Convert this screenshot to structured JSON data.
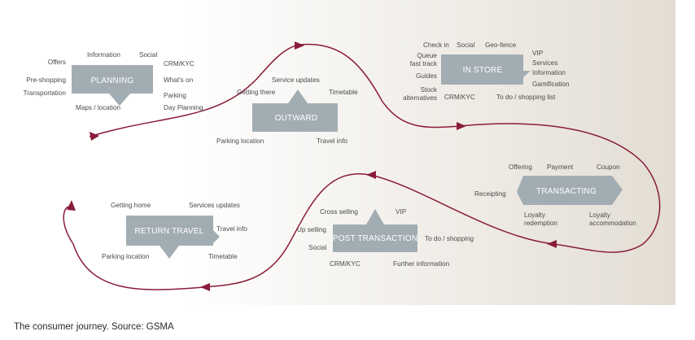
{
  "colors": {
    "box_fill": "#a2adb3",
    "path_color": "#8a1c3a",
    "label_color": "#4a4a4a",
    "background_gradient": [
      "#ffffff",
      "#e3ddd3"
    ]
  },
  "stages": {
    "planning": {
      "title": "PLANNING",
      "labels": [
        "Information",
        "Social",
        "Offers",
        "CRM/KYC",
        "Pre-shopping",
        "What's on",
        "Transportation",
        "Parking",
        "Maps / location",
        "Day Planning"
      ]
    },
    "outward": {
      "title": "OUTWARD",
      "labels": [
        "Service updates",
        "Getting there",
        "Timetable",
        "Parking location",
        "Travel info"
      ]
    },
    "in_store": {
      "title": "IN STORE",
      "labels": [
        "Check in",
        "Social",
        "Geo-fence",
        "Queue",
        "fast track",
        "VIP",
        "Services",
        "Information",
        "Guides",
        "Gamification",
        "Stock",
        "alternatives",
        "CRM/KYC",
        "To do / shopping list"
      ]
    },
    "transacting": {
      "title": "TRANSACTING",
      "labels": [
        "Offering",
        "Payment",
        "Coupon",
        "Receipting",
        "Loyalty",
        "redemption",
        "Loyalty",
        "accommodation"
      ]
    },
    "post_transaction": {
      "title": "POST TRANSACTION",
      "labels": [
        "Cross selling",
        "VIP",
        "Up selling",
        "To do / shopping",
        "Social",
        "CRM/KYC",
        "Further information"
      ]
    },
    "return_travel": {
      "title": "RETURN TRAVEL",
      "labels": [
        "Getting home",
        "Services updates",
        "Travel info",
        "Parking location",
        "Timetable"
      ]
    }
  },
  "caption": "The consumer journey. Source: GSMA"
}
